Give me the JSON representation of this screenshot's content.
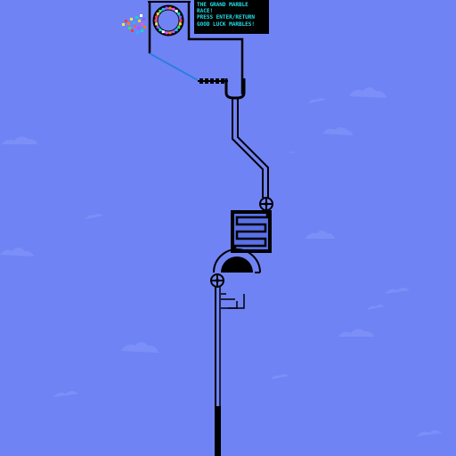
{
  "game": {
    "title_lines": [
      "THE GRAND MARBLE",
      "RACE!",
      "PRESS ENTER/RETURN",
      "GOOD LUCK MARBLES!"
    ]
  },
  "colors": {
    "sky": "#7083f5",
    "cloud": "#7f93f7",
    "track": "#000000",
    "track_inner": "#5a70e6",
    "ramp": "#2a7fe0",
    "text": "#22e0e8",
    "panel": "#000000"
  },
  "marbles": {
    "colors": [
      "#ff3b3b",
      "#ffd21f",
      "#2ee84c",
      "#1fb6ff",
      "#b84dff",
      "#ff7a1f",
      "#ff4fd8",
      "#ffffff",
      "#00e0c0",
      "#8a5cff",
      "#e8e84a",
      "#ff5577"
    ]
  }
}
